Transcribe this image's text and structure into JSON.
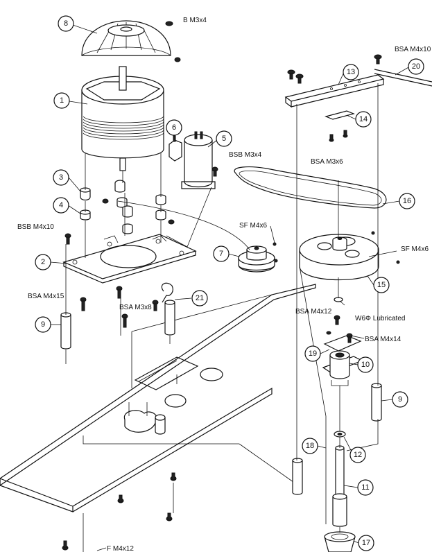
{
  "callouts": {
    "c1": "1",
    "c2": "2",
    "c3": "3",
    "c4": "4",
    "c5": "5",
    "c6": "6",
    "c7": "7",
    "c8": "8",
    "c9a": "9",
    "c9b": "9",
    "c10": "10",
    "c11": "11",
    "c12": "12",
    "c13": "13",
    "c14": "14",
    "c15": "15",
    "c16": "16",
    "c17": "17",
    "c18": "18",
    "c19": "19",
    "c20": "20",
    "c21": "21"
  },
  "fastener_labels": {
    "b_m3x4": "B M3x4",
    "bsa_m4x10": "BSA M4x10",
    "bsb_m3x4": "BSB M3x4",
    "bsb_m4x10": "BSB M4x10",
    "sf_m4x6_left": "SF M4x6",
    "sf_m4x6_right": "SF M4x6",
    "bsa_m3x6": "BSA M3x6",
    "bsa_m4x15": "BSA M4x15",
    "bsa_m3x8": "BSA M3x8",
    "bsa_m4x12": "BSA M4x12",
    "w6_lubricated": "W6Φ Lubricated",
    "bsa_m4x14": "BSA M4x14",
    "f_m4x12": "F M4x12"
  }
}
